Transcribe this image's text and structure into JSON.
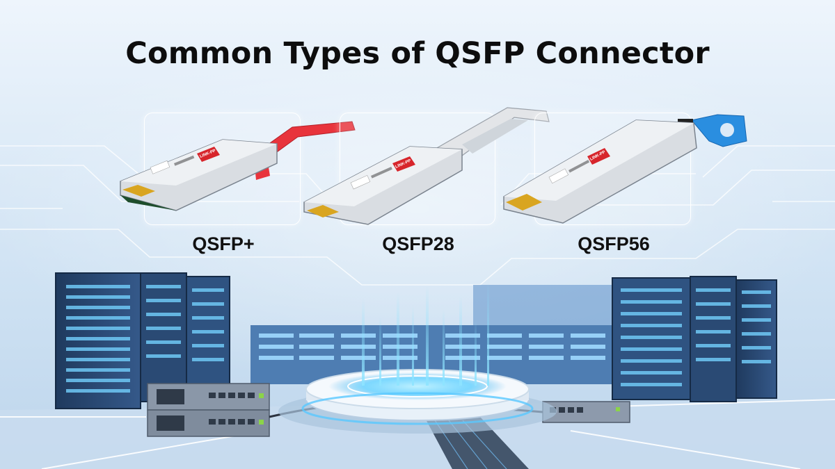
{
  "title": "Common Types of QSFP Connector",
  "modules": [
    {
      "name": "QSFP+",
      "brand": "LINK-PP",
      "pull_tab_color": "#e8343c"
    },
    {
      "name": "QSFP28",
      "brand": "LINK-PP",
      "pull_tab_color": "#e3e5e8"
    },
    {
      "name": "QSFP56",
      "brand": "LINK-PP",
      "pull_tab_color": "#2a8ee0"
    }
  ],
  "colors": {
    "background": "#dceaf7",
    "brand_label": "#d7252b",
    "server_rack": "#2d4e7a",
    "rack_led": "#7fd3ff",
    "glow": "#5fd0ff"
  },
  "icons": [
    "server-rack-icon",
    "network-switch-icon",
    "holographic-platform-icon"
  ]
}
